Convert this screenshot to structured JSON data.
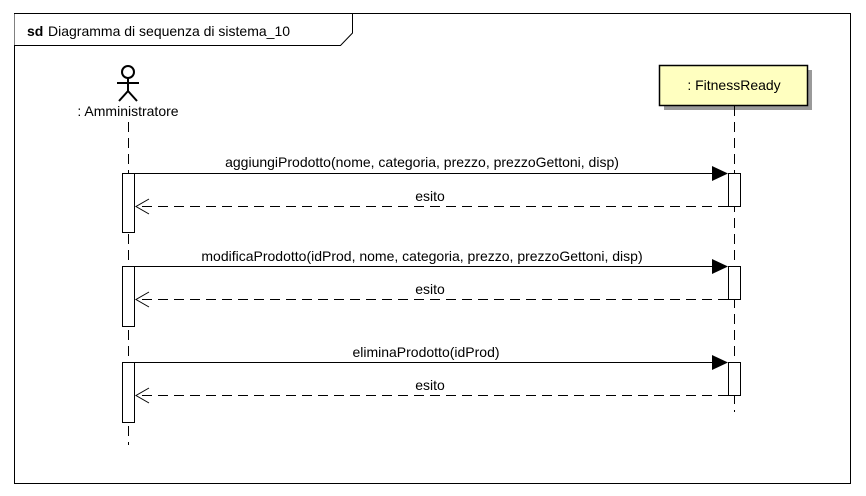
{
  "frame": {
    "keyword": "sd",
    "title": "Diagramma di sequenza di sistema_10"
  },
  "participants": {
    "actor": {
      "label": ": Amministratore",
      "icon": "stick-figure-icon"
    },
    "system": {
      "label": ": FitnessReady",
      "fill_color": "#ffffc0"
    }
  },
  "messages": [
    {
      "label": "aggiungiProdotto(nome, categoria, prezzo, prezzoGettoni, disp)",
      "reply": "esito"
    },
    {
      "label": "modificaProdotto(idProd, nome, categoria, prezzo, prezzoGettoni, disp)",
      "reply": "esito"
    },
    {
      "label": "eliminaProdotto(idProd)",
      "reply": "esito"
    }
  ]
}
